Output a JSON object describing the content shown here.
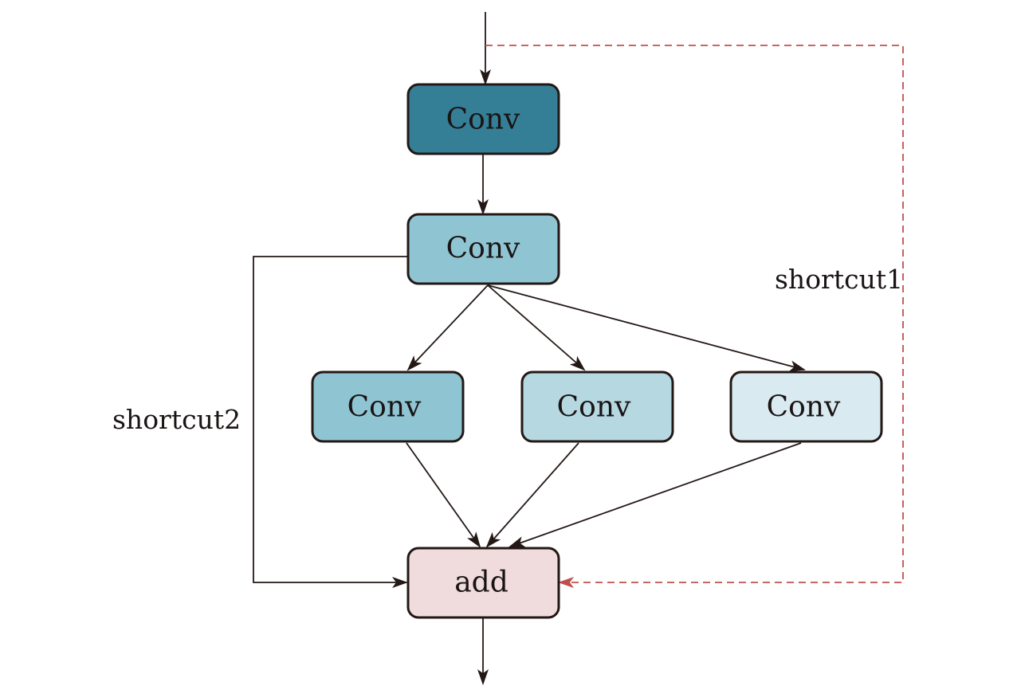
{
  "nodes": {
    "conv_top": {
      "label": "Conv",
      "color": "#357f96"
    },
    "conv_second": {
      "label": "Conv",
      "color": "#8fc5d3"
    },
    "conv_branch_left": {
      "label": "Conv",
      "color": "#8fc5d3"
    },
    "conv_branch_middle": {
      "label": "Conv",
      "color": "#b5d8e1"
    },
    "conv_branch_right": {
      "label": "Conv",
      "color": "#d9ebf0"
    },
    "add": {
      "label": "add",
      "color": "#f0dcdc"
    }
  },
  "edge_labels": {
    "shortcut1": "shortcut1",
    "shortcut2": "shortcut2"
  },
  "colors": {
    "line": "#231815",
    "shortcut1_line": "#c0504d"
  }
}
